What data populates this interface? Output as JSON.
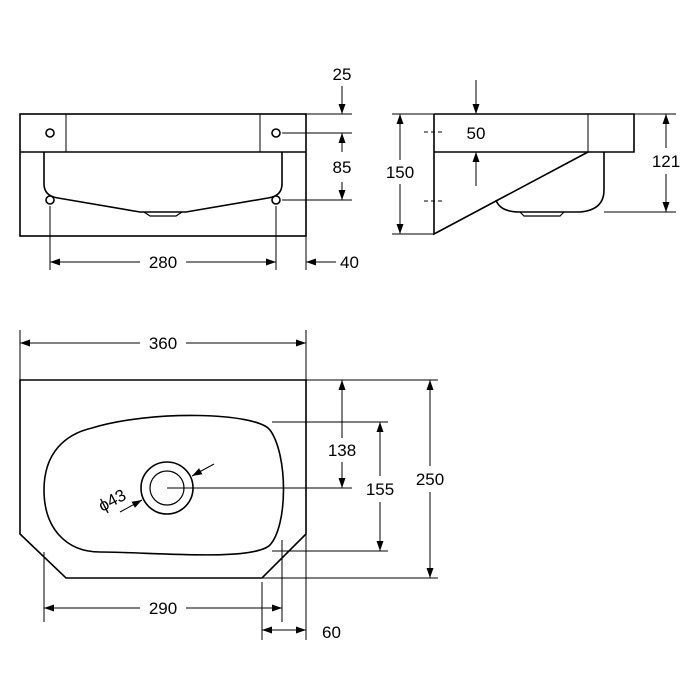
{
  "front_view": {
    "height_top": "25",
    "height_mid": "85",
    "width_holes": "280",
    "depth_right": "40"
  },
  "side_view": {
    "total_height": "150",
    "rim_height": "50",
    "bracket_height": "121"
  },
  "top_view": {
    "total_width": "360",
    "drain_offset": "138",
    "bowl_depth": "155",
    "total_depth": "250",
    "drain_diameter": "ϕ43",
    "bottom_width": "290",
    "corner_offset": "60"
  },
  "colors": {
    "line": "#000000",
    "background": "#ffffff"
  }
}
